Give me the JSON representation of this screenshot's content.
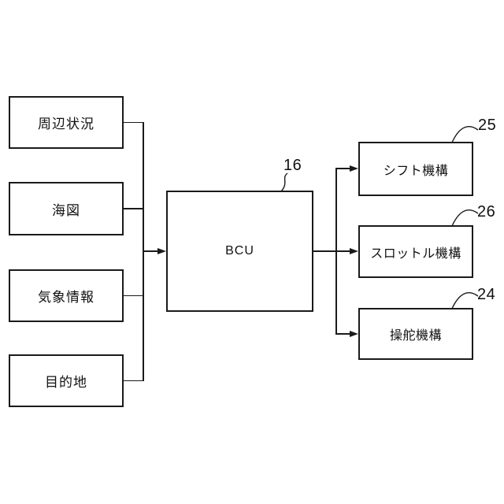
{
  "figure": {
    "background_color": "#ffffff",
    "line_color": "#1a1a1a",
    "center": {
      "label": "BCU",
      "ref": "16"
    },
    "inputs": [
      {
        "label": "周辺状況"
      },
      {
        "label": "海図"
      },
      {
        "label": "気象情報"
      },
      {
        "label": "目的地"
      }
    ],
    "outputs": [
      {
        "label": "シフト機構",
        "ref": "25"
      },
      {
        "label": "スロットル機構",
        "ref": "26"
      },
      {
        "label": "操舵機構",
        "ref": "24"
      }
    ]
  }
}
